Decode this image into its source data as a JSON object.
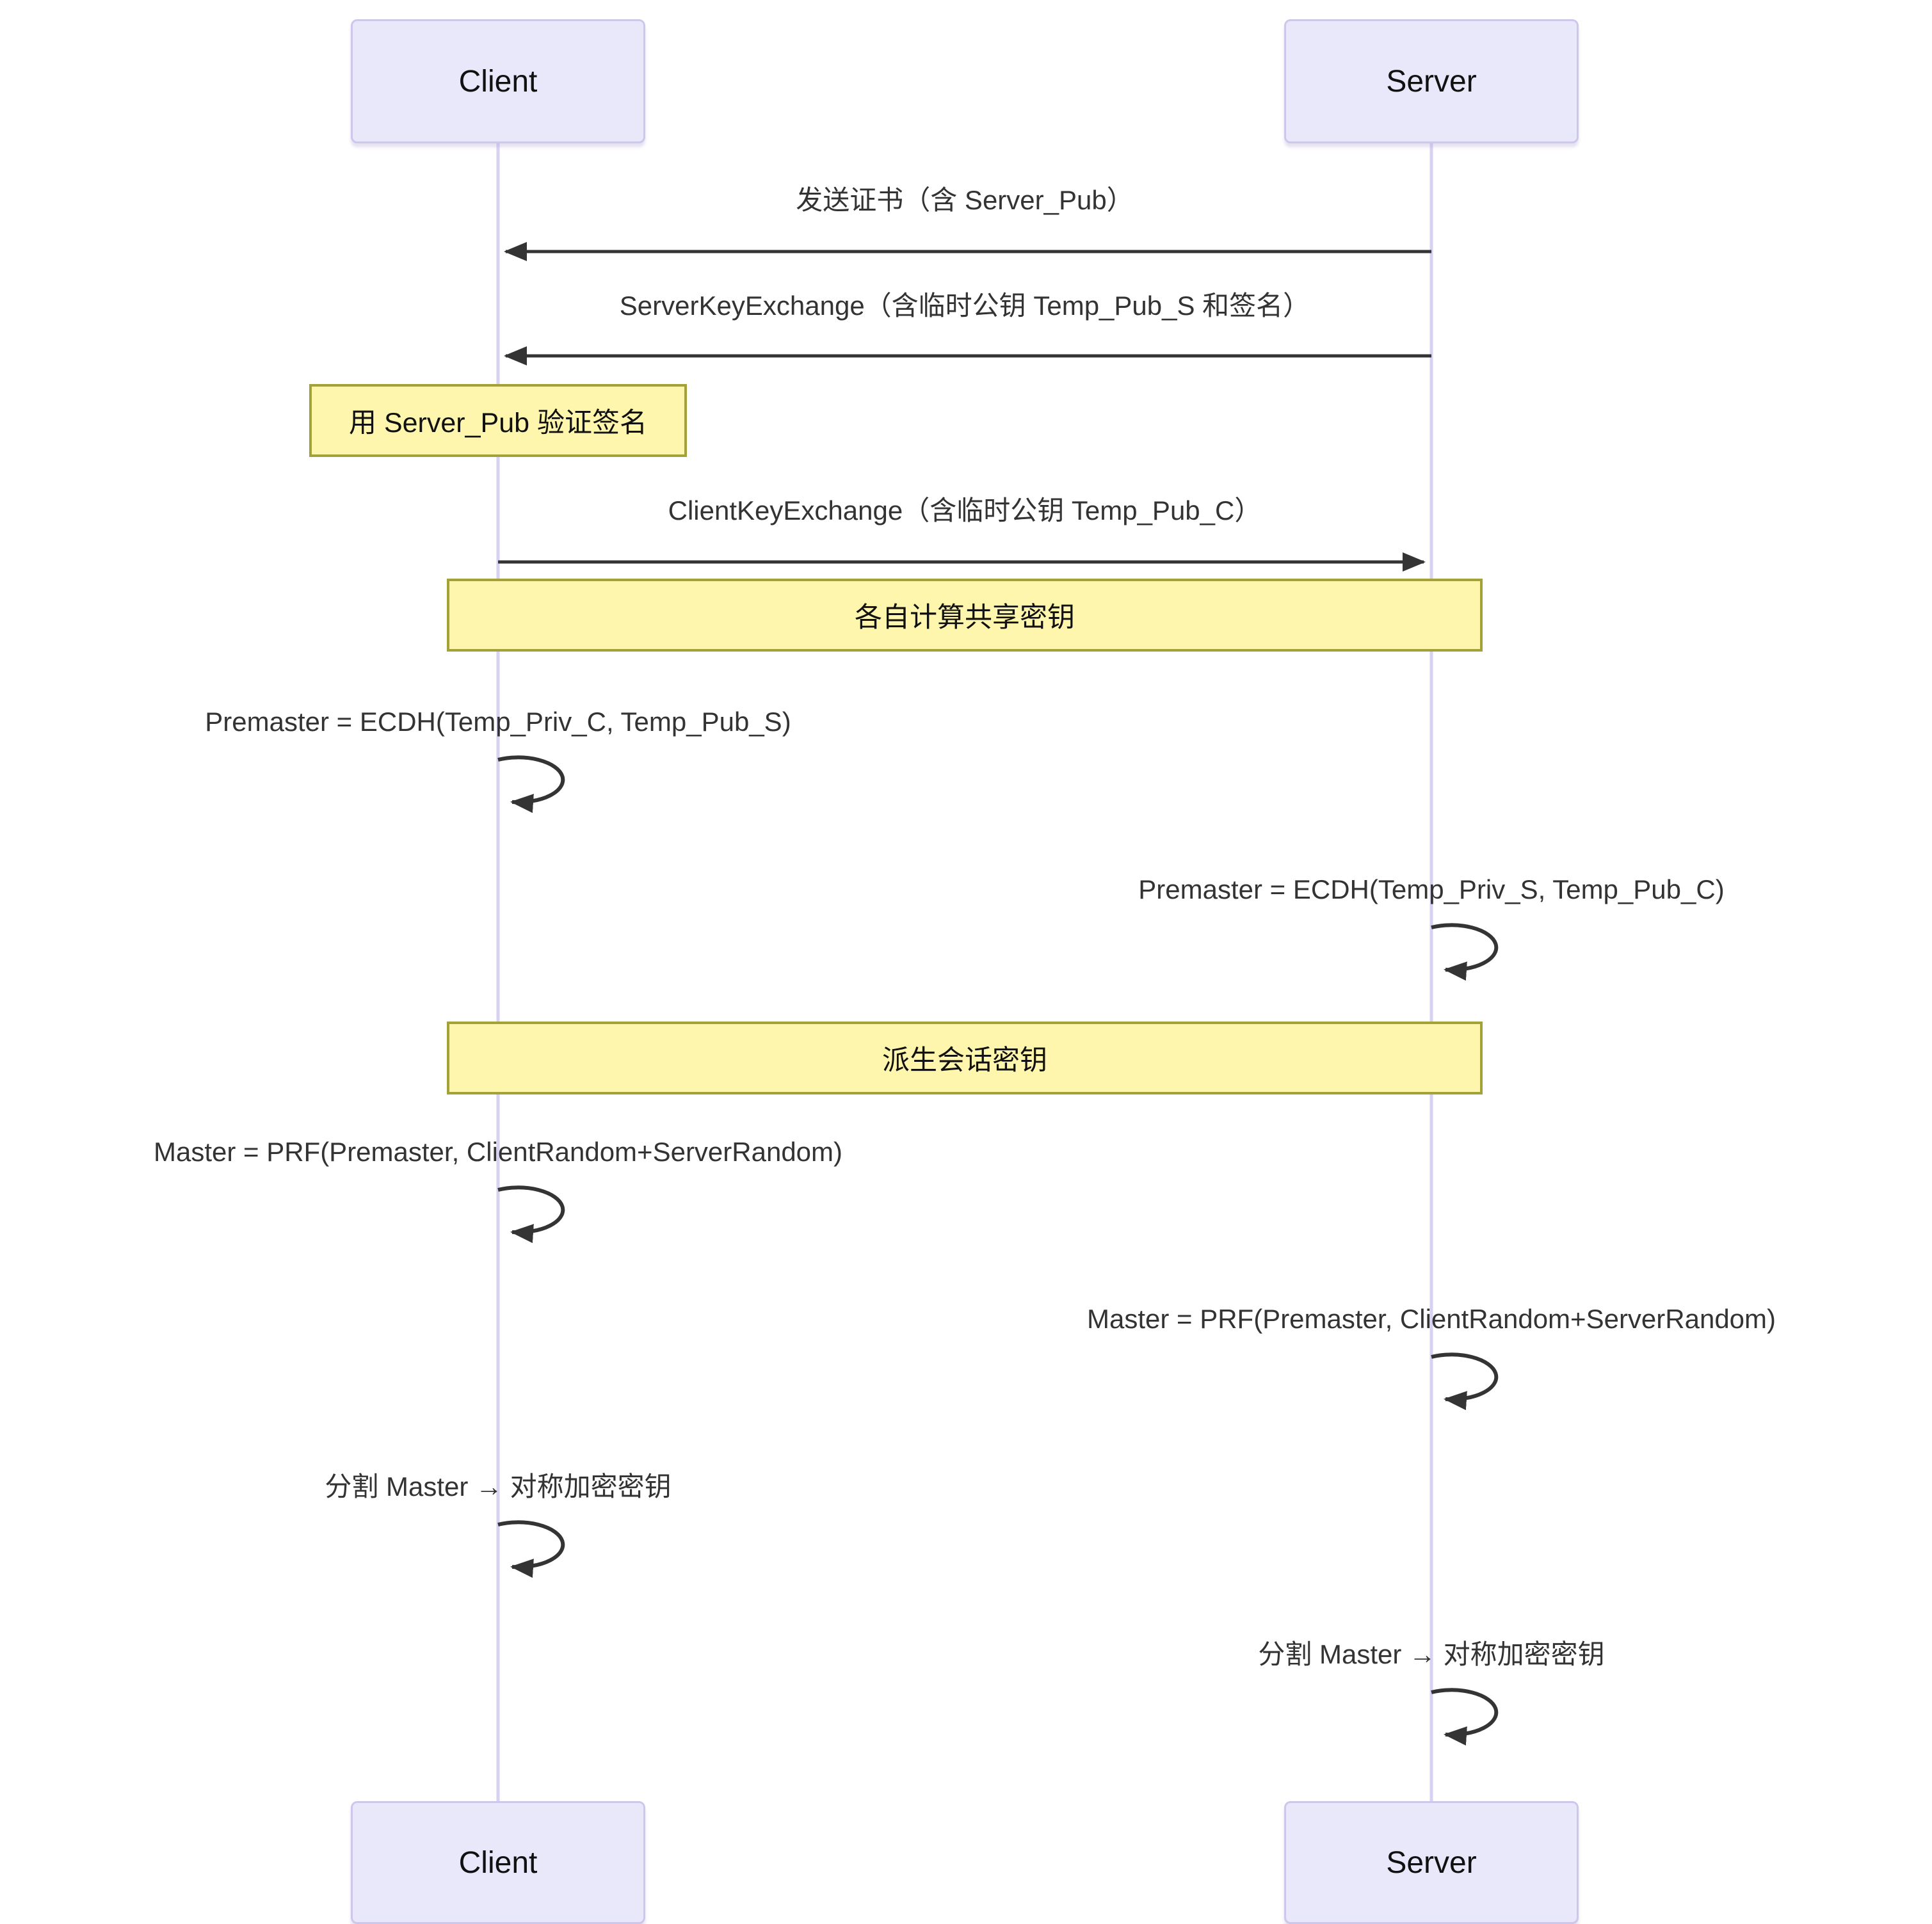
{
  "colors": {
    "background": "#ffffff",
    "actor-fill": "#e9e8fa",
    "actor-border": "#cfc6ec",
    "note-fill": "#fdf6ac",
    "note-border": "#a3a238",
    "lifeline": "#d8d2f2",
    "arrow": "#343434",
    "message-text": "#333333",
    "label-text": "#111111"
  },
  "actors": {
    "client": "Client",
    "server": "Server"
  },
  "messages": {
    "cert": "发送证书（含 Server_Pub）",
    "server_key_exchange": "ServerKeyExchange（含临时公钥 Temp_Pub_S 和签名）",
    "client_key_exchange": "ClientKeyExchange（含临时公钥 Temp_Pub_C）",
    "premaster_client": "Premaster = ECDH(Temp_Priv_C, Temp_Pub_S)",
    "premaster_server": "Premaster = ECDH(Temp_Priv_S, Temp_Pub_C)",
    "master_client": "Master = PRF(Premaster, ClientRandom+ServerRandom)",
    "master_server": "Master = PRF(Premaster, ClientRandom+ServerRandom)",
    "split_client": "分割 Master → 对称加密密钥",
    "split_server": "分割 Master → 对称加密密钥"
  },
  "notes": {
    "verify_signature": "用 Server_Pub 验证签名",
    "compute_shared": "各自计算共享密钥",
    "derive_session": "派生会话密钥"
  }
}
